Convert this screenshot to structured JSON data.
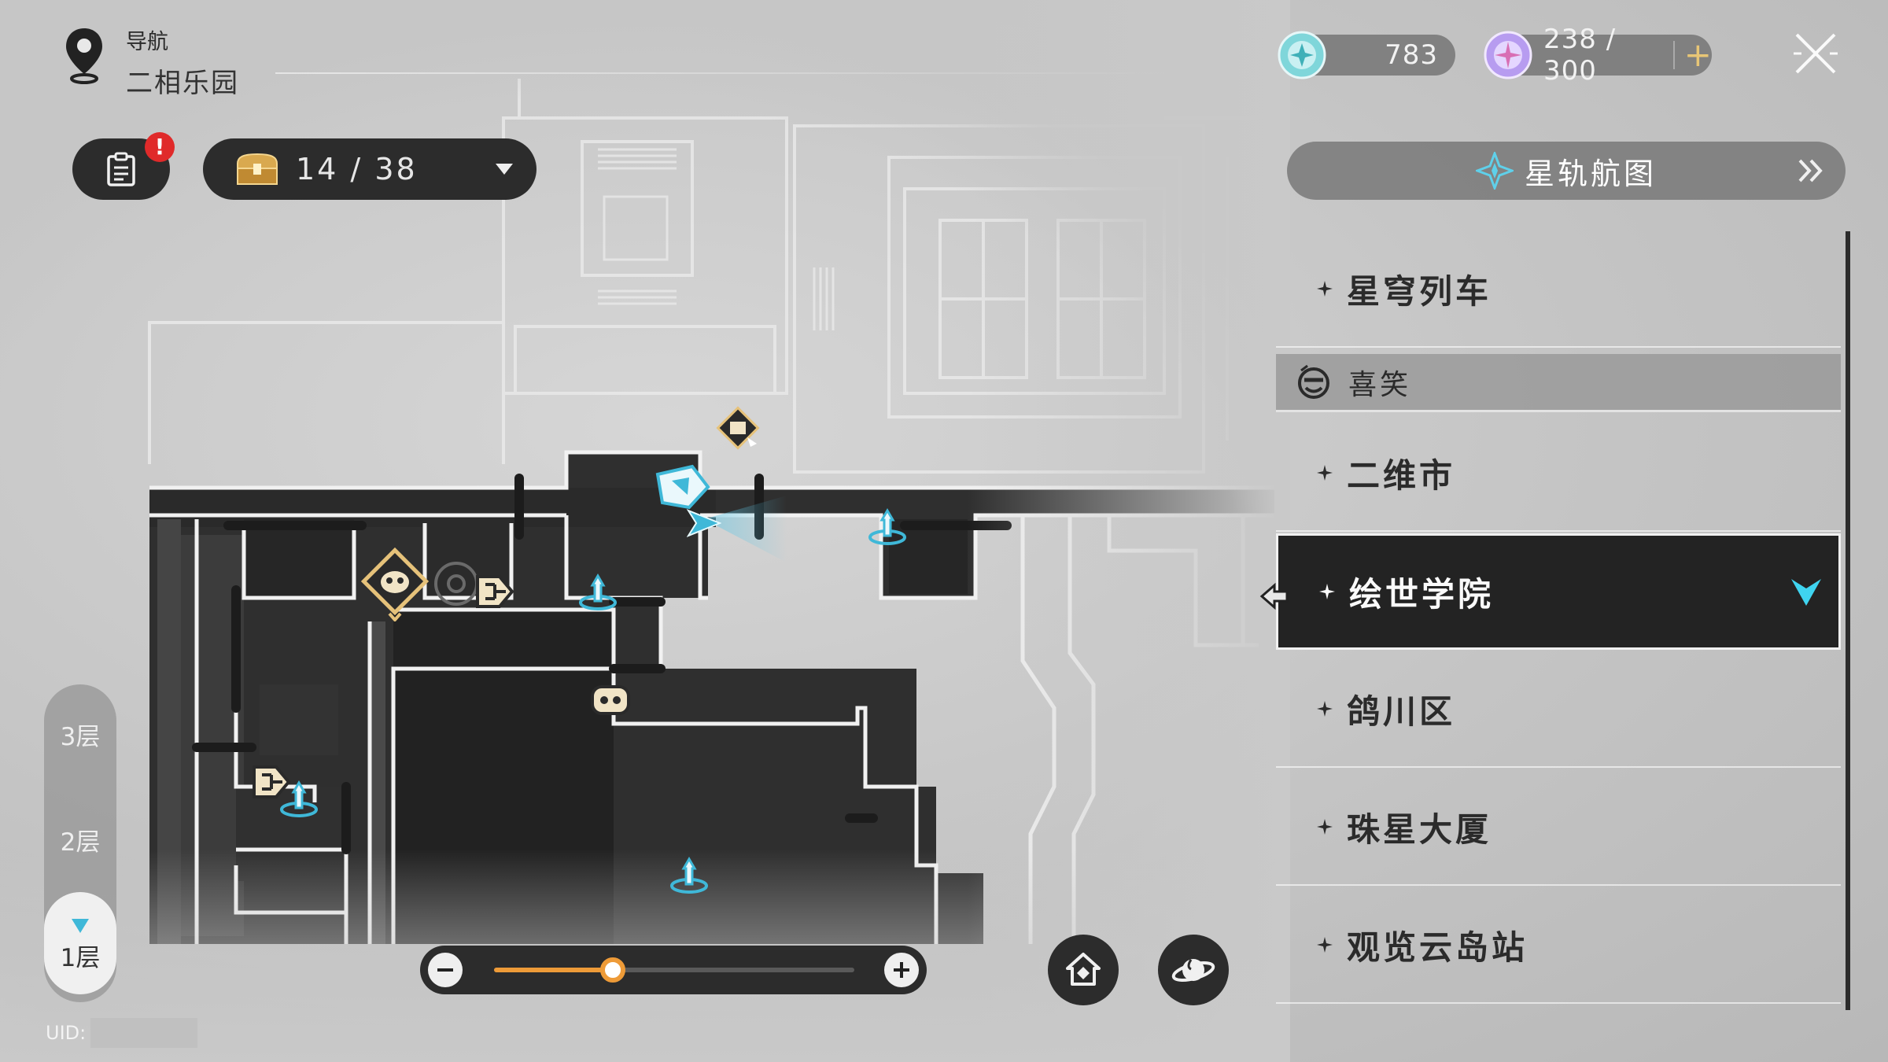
{
  "header": {
    "nav_label": "导航",
    "location": "二相乐园"
  },
  "currencies": [
    {
      "name": "trailblaze-fuel",
      "value": "783",
      "color": "#6fd0d8"
    },
    {
      "name": "trailblaze-power",
      "value": "238 / 300",
      "plus": "+",
      "color": "#c9a6ff"
    }
  ],
  "mission": {
    "alert": "!"
  },
  "treasure": {
    "count": "14 / 38"
  },
  "floors": [
    {
      "label": "3层"
    },
    {
      "label": "2层"
    },
    {
      "label": "1层",
      "current": true
    }
  ],
  "uid_label": "UID:",
  "zoom": {
    "level": 0.33
  },
  "star_map_button": "星轨航图",
  "locations": {
    "group": "喜笑",
    "items": [
      {
        "label": "星穹列车"
      },
      {
        "label": "二维市"
      },
      {
        "label": "绘世学院",
        "selected": true
      },
      {
        "label": "鸽川区"
      },
      {
        "label": "珠星大厦"
      },
      {
        "label": "观览云岛站"
      }
    ]
  },
  "colors": {
    "accent_orange": "#ee9b38",
    "accent_cyan": "#3fb8d8",
    "panel_dark": "#232323",
    "alert_red": "#e02a2a"
  },
  "map_markers": [
    {
      "icon": "space-anchor-icon"
    },
    {
      "icon": "space-anchor-icon"
    },
    {
      "icon": "space-anchor-icon"
    },
    {
      "icon": "space-anchor-icon"
    },
    {
      "icon": "space-anchor-icon"
    },
    {
      "icon": "player-arrow-icon"
    },
    {
      "icon": "mission-npc-icon"
    },
    {
      "icon": "shop-icon"
    },
    {
      "icon": "robot-npc-icon"
    },
    {
      "icon": "exit-door-icon"
    },
    {
      "icon": "exit-door-icon"
    },
    {
      "icon": "raccoon-boss-icon"
    }
  ]
}
